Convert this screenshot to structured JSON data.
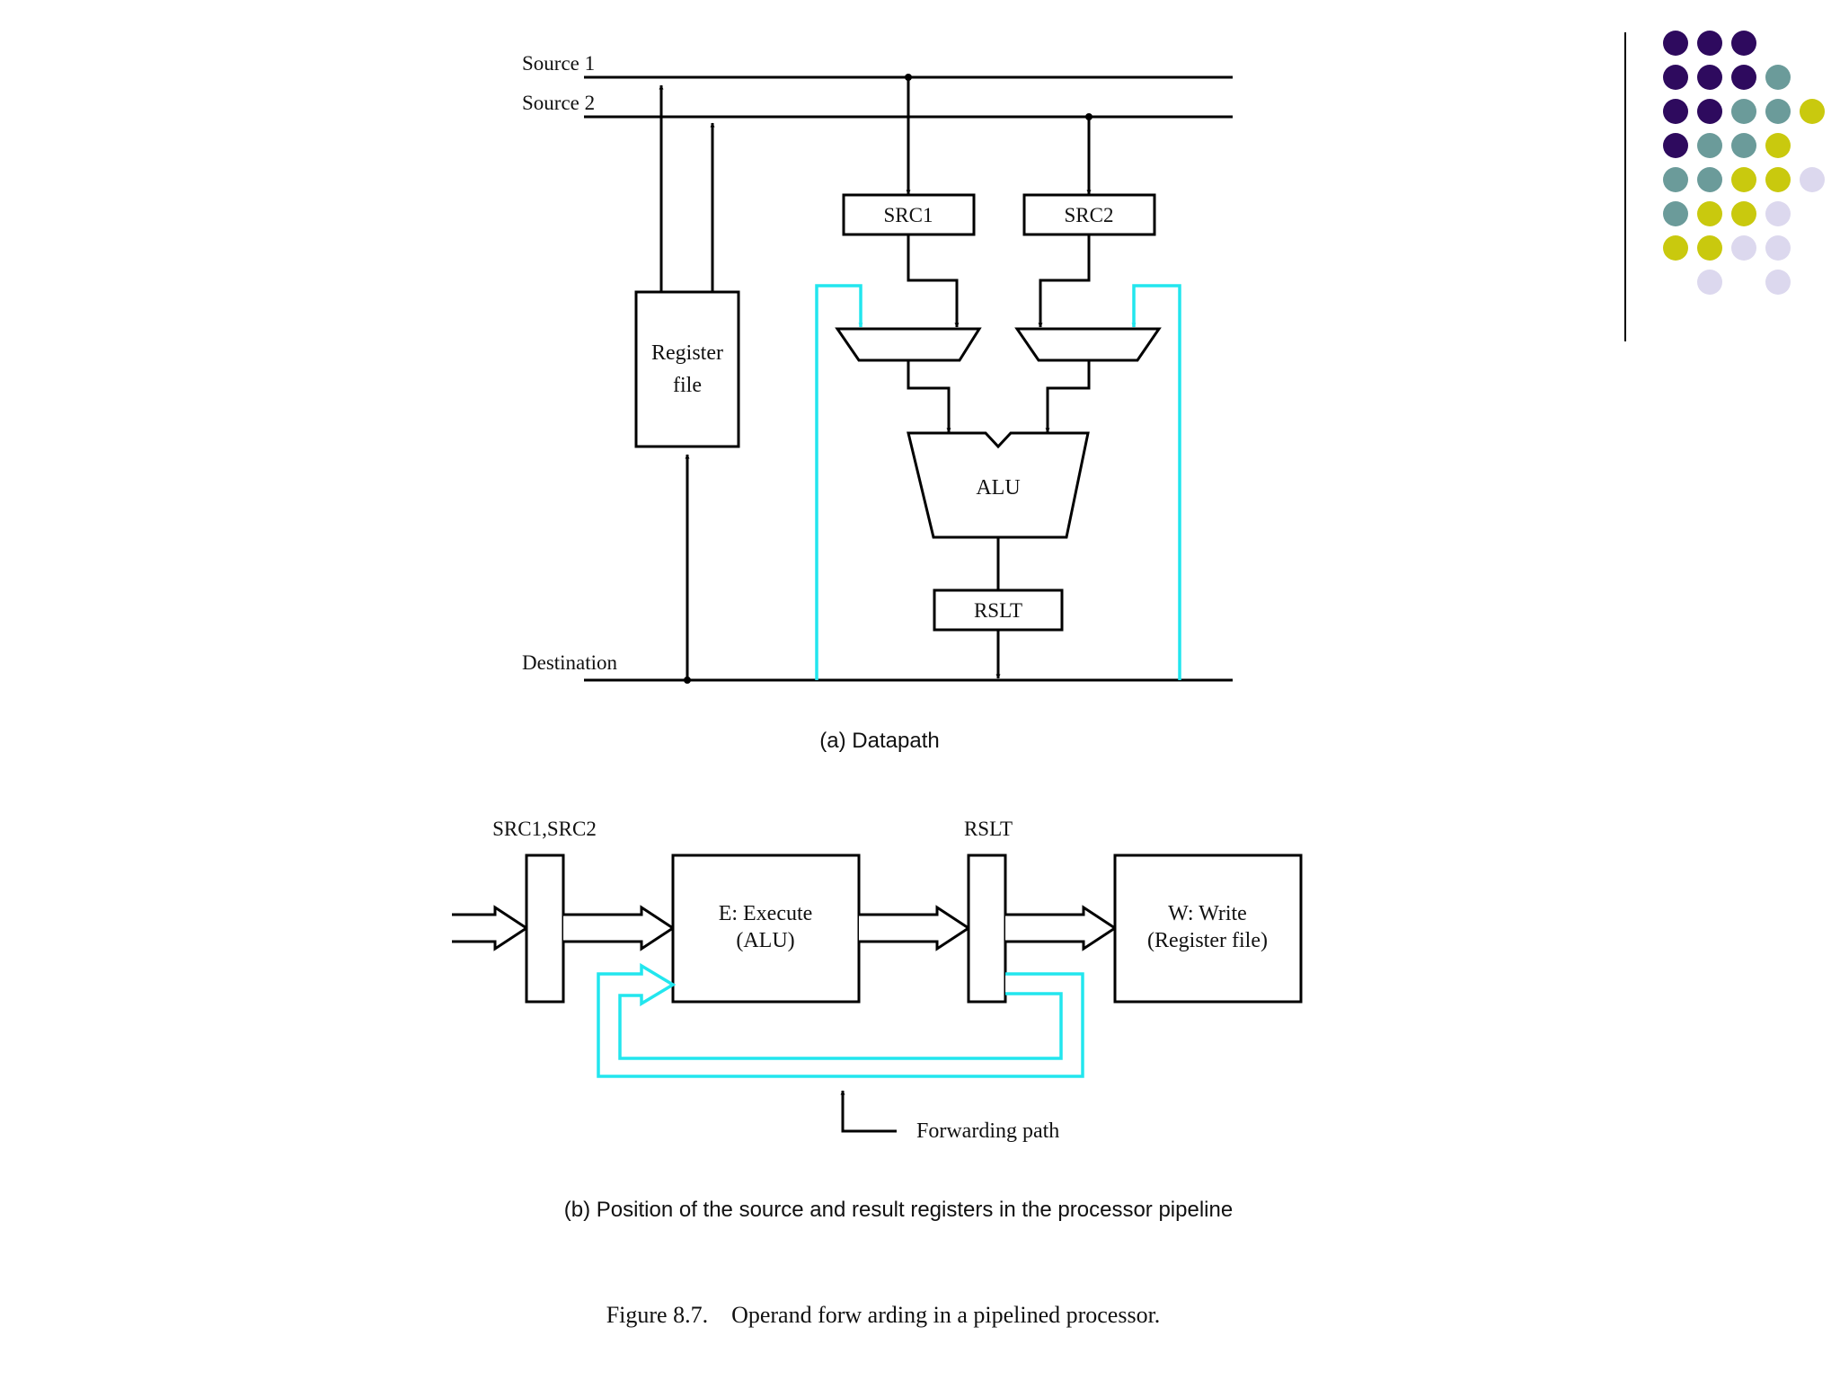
{
  "datapath": {
    "source1_label": "Source 1",
    "source2_label": "Source 2",
    "destination_label": "Destination",
    "register_file_line1": "Register",
    "register_file_line2": "file",
    "src1_label": "SRC1",
    "src2_label": "SRC2",
    "alu_label": "ALU",
    "rslt_label": "RSLT",
    "caption": "(a) Datapath"
  },
  "pipeline": {
    "src_regs_label": "SRC1,SRC2",
    "rslt_label": "RSLT",
    "execute_line1": "E: Execute",
    "execute_line2": "(ALU)",
    "write_line1": "W: Write",
    "write_line2": "(Register file)",
    "forwarding_label": "Forwarding path",
    "caption": "(b) Position of the source and result registers in the processor pipeline"
  },
  "figure_caption": "Figure 8.7.    Operand forw arding in a pipelined processor.",
  "colors": {
    "forwarding": "#22e6ee",
    "dot_purple": "#2e0a5e",
    "dot_teal": "#6b9b9a",
    "dot_yellow": "#c9c90e",
    "dot_lavender": "#dcd8ee"
  },
  "icons": [
    "decorative-dot-grid-icon"
  ]
}
